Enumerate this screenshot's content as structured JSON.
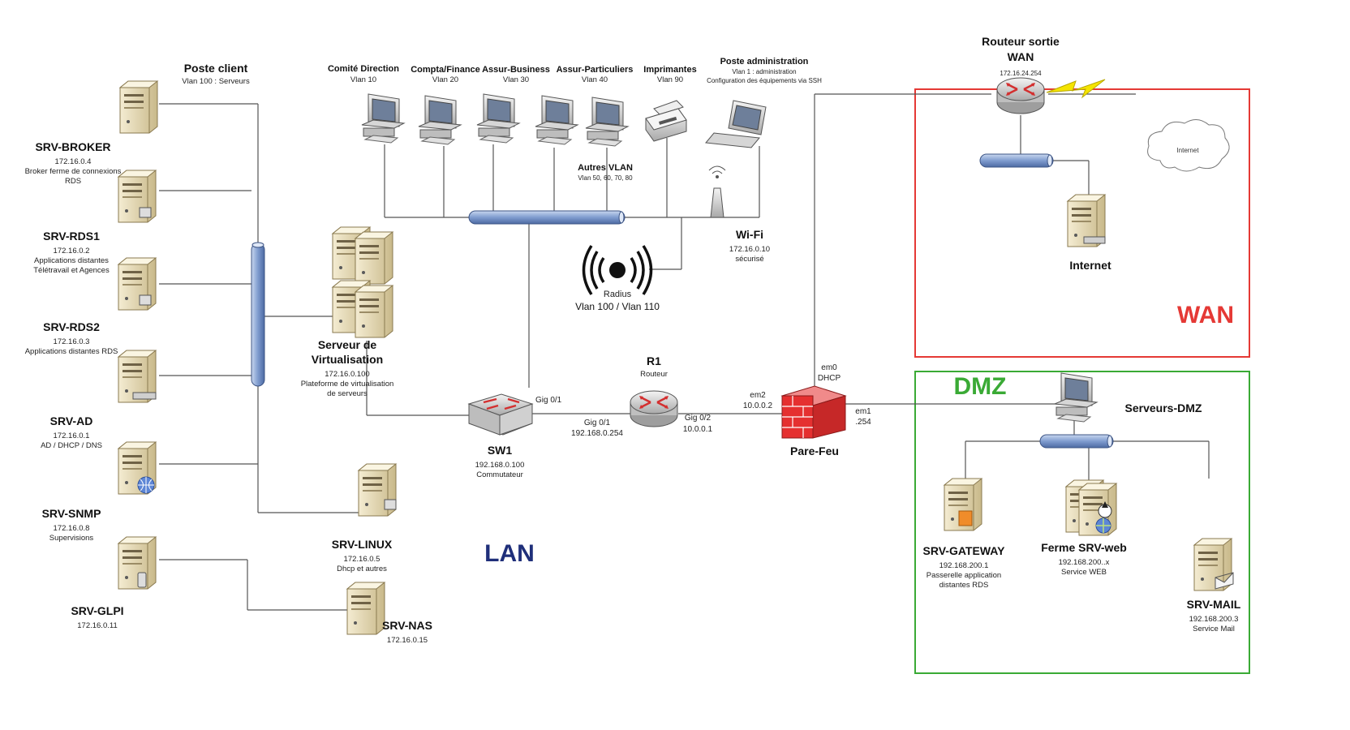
{
  "colors": {
    "wan_zone": "#e53935",
    "dmz_zone": "#3aaa35",
    "lan_label": "#1f2f7a",
    "bus": "#8fa8d4",
    "firewall": "#e53030",
    "lines": "#555555"
  },
  "servers": [
    {
      "key": "srv_broker",
      "name": "SRV-BROKER",
      "ip": "172.16.0.4",
      "desc1": "Broker ferme de connexions",
      "desc2": "RDS"
    },
    {
      "key": "srv_rds1",
      "name": "SRV-RDS1",
      "ip": "172.16.0.2",
      "desc1": "Applications distantes",
      "desc2": "Télétravail et Agences"
    },
    {
      "key": "srv_rds2",
      "name": "SRV-RDS2",
      "ip": "172.16.0.3",
      "desc1": "Applications distantes RDS",
      "desc2": ""
    },
    {
      "key": "srv_ad",
      "name": "SRV-AD",
      "ip": "172.16.0.1",
      "desc1": "AD / DHCP / DNS",
      "desc2": ""
    },
    {
      "key": "srv_snmp",
      "name": "SRV-SNMP",
      "ip": "172.16.0.8",
      "desc1": "Supervisions",
      "desc2": ""
    },
    {
      "key": "srv_glpi",
      "name": "SRV-GLPI",
      "ip": "172.16.0.11",
      "desc1": "",
      "desc2": ""
    }
  ],
  "poste_client": {
    "name": "Poste client",
    "vlan": "Vlan 100 : Serveurs"
  },
  "virtualisation": {
    "name1": "Serveur de",
    "name2": "Virtualisation",
    "ip": "172.16.0.100",
    "desc1": "Plateforme de virtualisation",
    "desc2": "de serveurs"
  },
  "srv_linux": {
    "name": "SRV-LINUX",
    "ip": "172.16.0.5",
    "desc": "Dhcp et autres"
  },
  "srv_nas": {
    "name": "SRV-NAS",
    "ip": "172.16.0.15"
  },
  "vlans": [
    {
      "name": "Comité Direction",
      "vlan": "Vlan 10"
    },
    {
      "name": "Compta/Finance",
      "vlan": "Vlan 20"
    },
    {
      "name": "Assur-Business",
      "vlan": "Vlan 30"
    },
    {
      "name": "Assur-Particuliers",
      "vlan": "Vlan 40"
    },
    {
      "name": "Imprimantes",
      "vlan": "Vlan 90"
    }
  ],
  "poste_admin": {
    "name": "Poste administration",
    "line1": "Vlan 1 : administration",
    "line2": "Configuration des équipements via SSH"
  },
  "autres_vlan": {
    "name": "Autres VLAN",
    "vlan": "Vlan 50, 60, 70, 80"
  },
  "wifi": {
    "name": "Wi-Fi",
    "ip": "172.16.0.10",
    "desc": "sécurisé"
  },
  "radius": {
    "name": "Radius",
    "vlan": "Vlan 100 / Vlan 110"
  },
  "sw1": {
    "name": "SW1",
    "ip": "192.168.0.100",
    "desc": "Commutateur",
    "port": "Gig 0/1"
  },
  "r1": {
    "name": "R1",
    "desc": "Routeur",
    "port_left": "Gig 0/1",
    "ip_left": "192.168.0.254",
    "port_right": "Gig 0/2",
    "ip_right": "10.0.0.1"
  },
  "firewall": {
    "name": "Pare-Feu",
    "em0": "em0",
    "em0_desc": "DHCP",
    "em2": "em2",
    "em2_ip": "10.0.0.2",
    "em1": "em1",
    "em1_ip": ".254"
  },
  "routeur_wan": {
    "name1": "Routeur sortie",
    "name2": "WAN",
    "ip": "172.16.24.254"
  },
  "internet": {
    "name": "Internet",
    "cloud_label": "Internet"
  },
  "zones": {
    "lan": "LAN",
    "wan": "WAN",
    "dmz": "DMZ"
  },
  "dmz": {
    "serveurs": "Serveurs-DMZ",
    "gateway": {
      "name": "SRV-GATEWAY",
      "ip": "192.168.200.1",
      "desc1": "Passerelle application",
      "desc2": "distantes RDS"
    },
    "web": {
      "name": "Ferme SRV-web",
      "ip": "192.168.200..x",
      "desc": "Service WEB"
    },
    "mail": {
      "name": "SRV-MAIL",
      "ip": "192.168.200.3",
      "desc": "Service Mail"
    }
  }
}
